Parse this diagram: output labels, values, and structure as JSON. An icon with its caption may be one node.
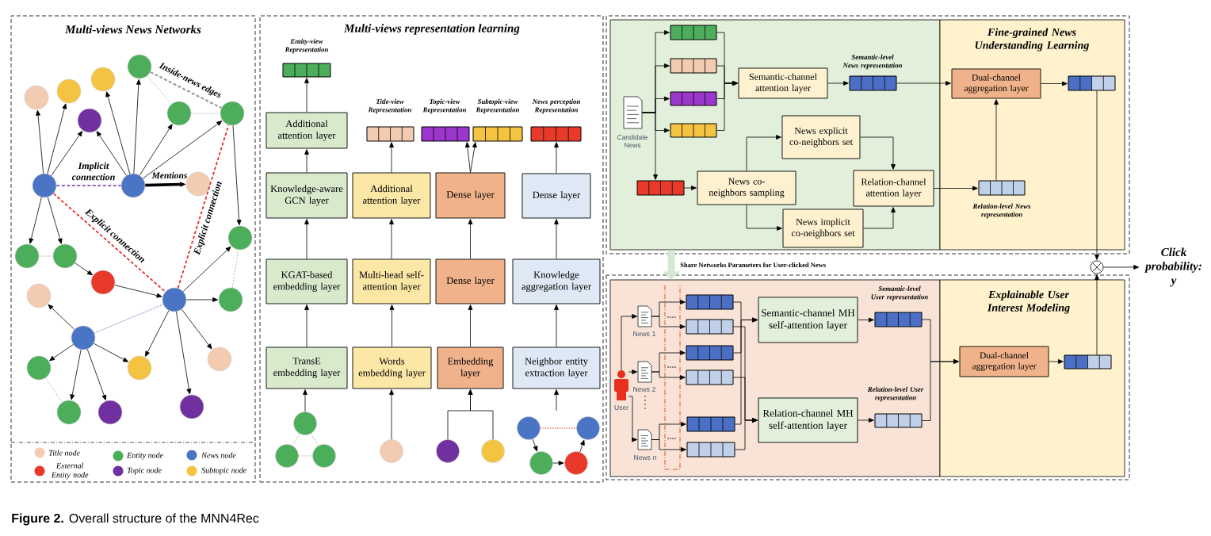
{
  "diagram": {
    "caption": "**Figure 2.** Overall structure of the MNN4Rec",
    "nodes": [
      {
        "text": [
          "Multi-views News Networks"
        ]
      },
      {
        "text": [],
        "shape": "circle",
        "in": 0
      },
      {
        "text": [],
        "shape": "circle",
        "in": 0
      },
      {
        "text": [],
        "shape": "circle",
        "in": 0
      },
      {
        "text": [],
        "shape": "circle",
        "in": 0
      },
      {
        "text": [],
        "shape": "circle",
        "in": 0
      },
      {
        "text": [],
        "shape": "circle",
        "in": 0
      },
      {
        "text": [],
        "shape": "circle",
        "in": 0
      },
      {
        "text": [],
        "shape": "circle",
        "in": 0
      },
      {
        "text": [],
        "shape": "circle",
        "in": 0
      },
      {
        "text": [],
        "shape": "circle",
        "in": 0
      },
      {
        "text": [],
        "shape": "circle",
        "in": 0
      },
      {
        "text": [],
        "shape": "circle",
        "in": 0
      },
      {
        "text": [],
        "shape": "circle",
        "in": 0
      },
      {
        "text": [],
        "shape": "circle",
        "in": 0
      },
      {
        "text": [],
        "shape": "circle",
        "in": 0
      },
      {
        "text": [],
        "shape": "circle",
        "in": 0
      },
      {
        "text": [],
        "shape": "circle",
        "in": 0
      },
      {
        "text": [],
        "shape": "circle",
        "in": 0
      },
      {
        "text": [],
        "shape": "circle",
        "in": 0
      },
      {
        "text": [],
        "shape": "circle",
        "in": 0
      },
      {
        "text": [],
        "shape": "circle",
        "in": 0
      },
      {
        "text": [],
        "shape": "circle",
        "in": 0
      },
      {
        "text": [],
        "shape": "circle",
        "in": 0
      },
      {
        "text": [],
        "shape": "circle",
        "in": 0
      },
      {
        "text": [
          "Multi-views representation learning"
        ]
      },
      {
        "text": [],
        "shape": "bar",
        "beside": [
          "Entity-view Representation"
        ],
        "in": 25
      },
      {
        "text": [],
        "shape": "bar",
        "beside": [
          "Title-view Representation"
        ],
        "in": 25
      },
      {
        "text": [],
        "shape": "bar",
        "beside": [
          "Topic-view Representation"
        ],
        "in": 25
      },
      {
        "text": [],
        "shape": "bar",
        "beside": [
          "Subtopic-view Representation"
        ],
        "in": 25
      },
      {
        "text": [],
        "shape": "bar",
        "beside": [
          "News perception Representation"
        ],
        "in": 25
      },
      {
        "text": [
          "Additional attention layer"
        ],
        "in": 25
      },
      {
        "text": [
          "Knowledge-aware GCN layer"
        ],
        "in": 25
      },
      {
        "text": [
          "Additional attention layer"
        ],
        "in": 25
      },
      {
        "text": [
          "Dense layer"
        ],
        "in": 25
      },
      {
        "text": [
          "Dense layer"
        ],
        "in": 25
      },
      {
        "text": [
          "KGAT-based embedding layer"
        ],
        "in": 25
      },
      {
        "text": [
          "Multi-head self-attention layer"
        ],
        "in": 25
      },
      {
        "text": [
          "Dense layer"
        ],
        "in": 25
      },
      {
        "text": [
          "Knowledge aggregation layer"
        ],
        "in": 25
      },
      {
        "text": [
          "TransE embedding layer"
        ],
        "in": 25
      },
      {
        "text": [
          "Words embedding layer"
        ],
        "in": 25
      },
      {
        "text": [
          "Embedding layer"
        ],
        "in": 25
      },
      {
        "text": [
          "Neighbor entity extraction layer"
        ],
        "in": 25
      },
      {
        "text": [],
        "shape": "circle",
        "in": 25
      },
      {
        "text": [],
        "shape": "circle",
        "in": 25
      },
      {
        "text": [],
        "shape": "circle",
        "in": 25
      },
      {
        "text": [],
        "shape": "circle",
        "in": 25
      },
      {
        "text": [],
        "shape": "circle",
        "in": 25
      },
      {
        "text": [],
        "shape": "circle",
        "in": 25
      },
      {
        "text": [],
        "shape": "circle",
        "in": 25
      },
      {
        "text": [],
        "shape": "circle",
        "in": 25
      },
      {
        "text": [],
        "shape": "circle",
        "in": 25
      },
      {
        "text": [],
        "shape": "circle",
        "in": 25
      },
      {
        "text": [],
        "shape": "box"
      },
      {
        "text": [
          "Fine-grained News Understanding Learning"
        ]
      },
      {
        "text": [],
        "shape": "bar",
        "in": 54
      },
      {
        "text": [],
        "shape": "bar",
        "in": 54
      },
      {
        "text": [
          "Semantic-channel attention layer"
        ],
        "in": 54
      },
      {
        "text": [],
        "shape": "bar",
        "beside": [
          "Semantic-level News representation"
        ],
        "in": 54
      },
      {
        "text": [],
        "shape": "bar",
        "in": 54
      },
      {
        "text": [
          "Candidate News"
        ],
        "in": 54
      },
      {
        "text": [],
        "shape": "bar",
        "in": 54
      },
      {
        "text": [
          "News explicit co-neighbors set"
        ],
        "in": 54
      },
      {
        "text": [
          "News co-neighbors sampling"
        ],
        "in": 54
      },
      {
        "text": [
          "Relation-channel attention layer"
        ],
        "in": 54
      },
      {
        "text": [],
        "shape": "bar",
        "in": 54
      },
      {
        "text": [
          "News implicit co-neighbors set"
        ],
        "in": 54
      },
      {
        "text": [
          "Dual-channel aggregation layer"
        ],
        "in": 55
      },
      {
        "text": [],
        "shape": "bar",
        "in": 55
      },
      {
        "text": [],
        "shape": "bar",
        "beside": [
          "Relation-level News representation"
        ],
        "in": 55
      },
      {
        "text": [],
        "shape": "circle"
      },
      {
        "text": [
          "Click probability: y"
        ]
      },
      {
        "text": [],
        "shape": "box"
      },
      {
        "text": [
          "Explainable User Interest Modeling"
        ]
      },
      {
        "text": [
          "News 1"
        ],
        "in": 73
      },
      {
        "text": [],
        "shape": "bar",
        "in": 73
      },
      {
        "text": [],
        "shape": "bar",
        "in": 73
      },
      {
        "text": [
          "Semantic-channel MH self-attention layer"
        ],
        "in": 73
      },
      {
        "text": [],
        "shape": "bar",
        "beside": [
          "Semantic-level User representation"
        ],
        "in": 73
      },
      {
        "text": [],
        "shape": "bar",
        "in": 73
      },
      {
        "text": [
          "News 2"
        ],
        "in": 73
      },
      {
        "text": [],
        "shape": "bar",
        "in": 73
      },
      {
        "text": [
          "User"
        ],
        "in": 73
      },
      {
        "text": [],
        "shape": "bar",
        "beside": [
          "Relation-level User representation"
        ],
        "in": 73
      },
      {
        "text": [
          "Relation-channel MH self-attention layer"
        ],
        "in": 73
      },
      {
        "text": [],
        "shape": "bar",
        "in": 73
      },
      {
        "text": [
          "News n"
        ],
        "in": 73
      },
      {
        "text": [],
        "shape": "bar",
        "in": 73
      },
      {
        "text": [
          "Dual-channel aggregation layer"
        ],
        "in": 74
      },
      {
        "text": [],
        "shape": "bar",
        "in": 74
      }
    ],
    "edges": [
      {
        "from": 8,
        "to": 4,
        "arrow": "to"
      },
      {
        "from": 8,
        "to": 3,
        "arrow": "to"
      },
      {
        "from": 8,
        "to": 7,
        "arrow": "to"
      },
      {
        "from": 9,
        "to": 7,
        "arrow": "to"
      },
      {
        "from": 9,
        "to": 2,
        "arrow": "to"
      },
      {
        "from": 9,
        "to": 1,
        "arrow": "to"
      },
      {
        "from": 9,
        "to": 5,
        "arrow": "to"
      },
      {
        "from": 9,
        "to": 6,
        "arrow": "to"
      },
      {
        "from": 9,
        "to": 10,
        "arrow": "to",
        "label": "Mentions",
        "style": "thick"
      },
      {
        "from": 8,
        "to": 9,
        "arrow": "none",
        "label": "Implicit connection",
        "style": "dashed",
        "color": "#7030a0"
      },
      {
        "from": 1,
        "to": 5,
        "arrow": "none",
        "style": "dashed",
        "color": "#808080"
      },
      {
        "from": 5,
        "to": 6,
        "arrow": "none",
        "style": "dashed",
        "color": "#808080"
      },
      {
        "from": 1,
        "to": 6,
        "arrow": "none",
        "label": "Inside-news edges",
        "style": "dashed",
        "color": "#999999"
      },
      {
        "from": 6,
        "to": 11,
        "arrow": "to"
      },
      {
        "from": 8,
        "to": 12,
        "arrow": "to"
      },
      {
        "from": 8,
        "to": 13,
        "arrow": "to"
      },
      {
        "from": 12,
        "to": 13,
        "arrow": "none",
        "style": "dashed",
        "color": "#808080"
      },
      {
        "from": 13,
        "to": 14,
        "arrow": "to"
      },
      {
        "from": 14,
        "to": 16,
        "arrow": "to"
      },
      {
        "from": 8,
        "to": 16,
        "arrow": "none",
        "label": "Explicit connection",
        "style": "dashed",
        "color": "#e8302a"
      },
      {
        "from": 16,
        "to": 6,
        "arrow": "none",
        "label": "Explicit connection",
        "style": "dashed",
        "color": "#e8302a"
      },
      {
        "from": 16,
        "to": 11,
        "arrow": "to"
      },
      {
        "from": 16,
        "to": 17,
        "arrow": "to"
      },
      {
        "from": 17,
        "to": 11,
        "arrow": "none",
        "style": "dashed",
        "color": "#808080"
      },
      {
        "from": 18,
        "to": 16,
        "arrow": "none",
        "style": "dashed",
        "color": "#7030a0"
      },
      {
        "from": 18,
        "to": 15,
        "arrow": "to"
      },
      {
        "from": 18,
        "to": 20,
        "arrow": "to"
      },
      {
        "from": 18,
        "to": 23,
        "arrow": "to"
      },
      {
        "from": 18,
        "to": 24,
        "arrow": "to"
      },
      {
        "from": 18,
        "to": 21,
        "arrow": "to"
      },
      {
        "from": 20,
        "to": 23,
        "arrow": "none",
        "style": "dashed",
        "color": "#808080"
      },
      {
        "from": 16,
        "to": 21,
        "arrow": "to"
      },
      {
        "from": 16,
        "to": 22,
        "arrow": "to"
      },
      {
        "from": 16,
        "to": 19,
        "arrow": "to"
      },
      {
        "from": 44,
        "to": 40,
        "arrow": "to"
      },
      {
        "from": 47,
        "to": 41,
        "arrow": "to"
      },
      {
        "from": 48,
        "to": 42,
        "arrow": "to"
      },
      {
        "from": 49,
        "to": 42,
        "arrow": "to"
      },
      {
        "from": null,
        "to": 43,
        "arrow": "to"
      },
      {
        "from": 40,
        "to": 36,
        "arrow": "to"
      },
      {
        "from": 36,
        "to": 32,
        "arrow": "to"
      },
      {
        "from": 32,
        "to": 31,
        "arrow": "to"
      },
      {
        "from": 31,
        "to": 26,
        "arrow": "to"
      },
      {
        "from": 41,
        "to": 37,
        "arrow": "to"
      },
      {
        "from": 37,
        "to": 33,
        "arrow": "to"
      },
      {
        "from": 33,
        "to": 27,
        "arrow": "to"
      },
      {
        "from": 42,
        "to": 38,
        "arrow": "to"
      },
      {
        "from": 38,
        "to": 34,
        "arrow": "to"
      },
      {
        "from": 34,
        "to": 28,
        "arrow": "to"
      },
      {
        "from": 34,
        "to": 29,
        "arrow": "to"
      },
      {
        "from": 43,
        "to": 39,
        "arrow": "to"
      },
      {
        "from": 39,
        "to": 35,
        "arrow": "to"
      },
      {
        "from": 35,
        "to": 30,
        "arrow": "to"
      },
      {
        "from": 44,
        "to": 50,
        "arrow": "none",
        "style": "dashed",
        "color": "#808080"
      },
      {
        "from": 44,
        "to": 51,
        "arrow": "none",
        "style": "dashed",
        "color": "#808080"
      },
      {
        "from": 50,
        "to": 51,
        "arrow": "none",
        "style": "dashed",
        "color": "#808080"
      },
      {
        "from": 45,
        "to": 52,
        "arrow": "to"
      },
      {
        "from": 52,
        "to": 53,
        "arrow": "to"
      },
      {
        "from": 53,
        "to": 46,
        "arrow": "to"
      },
      {
        "from": 45,
        "to": 46,
        "arrow": "none",
        "style": "dashed",
        "color": "#e8302a"
      },
      {
        "from": 61,
        "to": 56,
        "arrow": "to"
      },
      {
        "from": 61,
        "to": 57,
        "arrow": "to"
      },
      {
        "from": 61,
        "to": 60,
        "arrow": "to"
      },
      {
        "from": 61,
        "to": 62,
        "arrow": "to"
      },
      {
        "from": 61,
        "to": 66,
        "arrow": "to"
      },
      {
        "from": 56,
        "to": 58,
        "arrow": "to"
      },
      {
        "from": 57,
        "to": 58,
        "arrow": "to"
      },
      {
        "from": 60,
        "to": 58,
        "arrow": "to"
      },
      {
        "from": 62,
        "to": 58,
        "arrow": "to"
      },
      {
        "from": 58,
        "to": 59,
        "arrow": "to"
      },
      {
        "from": 59,
        "to": 68,
        "arrow": "to"
      },
      {
        "from": 66,
        "to": 64,
        "arrow": "to"
      },
      {
        "from": 64,
        "to": 63,
        "arrow": "to"
      },
      {
        "from": 64,
        "to": 67,
        "arrow": "to"
      },
      {
        "from": 63,
        "to": 65,
        "arrow": "to"
      },
      {
        "from": 67,
        "to": 65,
        "arrow": "to"
      },
      {
        "from": 65,
        "to": 70,
        "arrow": "to"
      },
      {
        "from": 70,
        "to": 68,
        "arrow": "to"
      },
      {
        "from": 68,
        "to": 69,
        "arrow": "to"
      },
      {
        "from": 69,
        "to": 71,
        "arrow": "to"
      },
      {
        "from": 71,
        "to": 72,
        "arrow": "to"
      },
      {
        "from": 54,
        "to": 73,
        "arrow": "to",
        "label": "Share Networks Parameters for User-clicked News",
        "style": "thick",
        "color": "#d5e8d4"
      },
      {
        "from": 83,
        "to": 75,
        "arrow": "to"
      },
      {
        "from": 83,
        "to": 81,
        "arrow": "to"
      },
      {
        "from": 83,
        "to": 87,
        "arrow": "to"
      },
      {
        "from": 75,
        "to": 76,
        "arrow": "to"
      },
      {
        "from": 75,
        "to": 77,
        "arrow": "to"
      },
      {
        "from": 81,
        "to": 80,
        "arrow": "to"
      },
      {
        "from": 81,
        "to": 82,
        "arrow": "to"
      },
      {
        "from": 87,
        "to": 86,
        "arrow": "to"
      },
      {
        "from": 87,
        "to": 88,
        "arrow": "to"
      },
      {
        "from": 76,
        "to": 78,
        "arrow": "to"
      },
      {
        "from": 80,
        "to": 78,
        "arrow": "to"
      },
      {
        "from": 86,
        "to": 78,
        "arrow": "to"
      },
      {
        "from": 77,
        "to": 85,
        "arrow": "to"
      },
      {
        "from": 82,
        "to": 85,
        "arrow": "to"
      },
      {
        "from": 88,
        "to": 85,
        "arrow": "to"
      },
      {
        "from": 78,
        "to": 79,
        "arrow": "to"
      },
      {
        "from": 85,
        "to": 84,
        "arrow": "to"
      },
      {
        "from": 79,
        "to": 89,
        "arrow": "to"
      },
      {
        "from": 84,
        "to": 89,
        "arrow": "to"
      },
      {
        "from": 89,
        "to": 90,
        "arrow": "to"
      },
      {
        "from": 90,
        "to": 71,
        "arrow": "to"
      }
    ],
    "legend": [
      {
        "text": "Title node",
        "color": "#f3cbb0"
      },
      {
        "text": "Entity node",
        "color": "#4cad5b"
      },
      {
        "text": "News node",
        "color": "#4a74c4"
      },
      {
        "text": "External Entity node",
        "color": "#e8392a"
      },
      {
        "text": "Topic node",
        "color": "#7030a0"
      },
      {
        "text": "Subtopic node",
        "color": "#f5c342"
      }
    ]
  }
}
